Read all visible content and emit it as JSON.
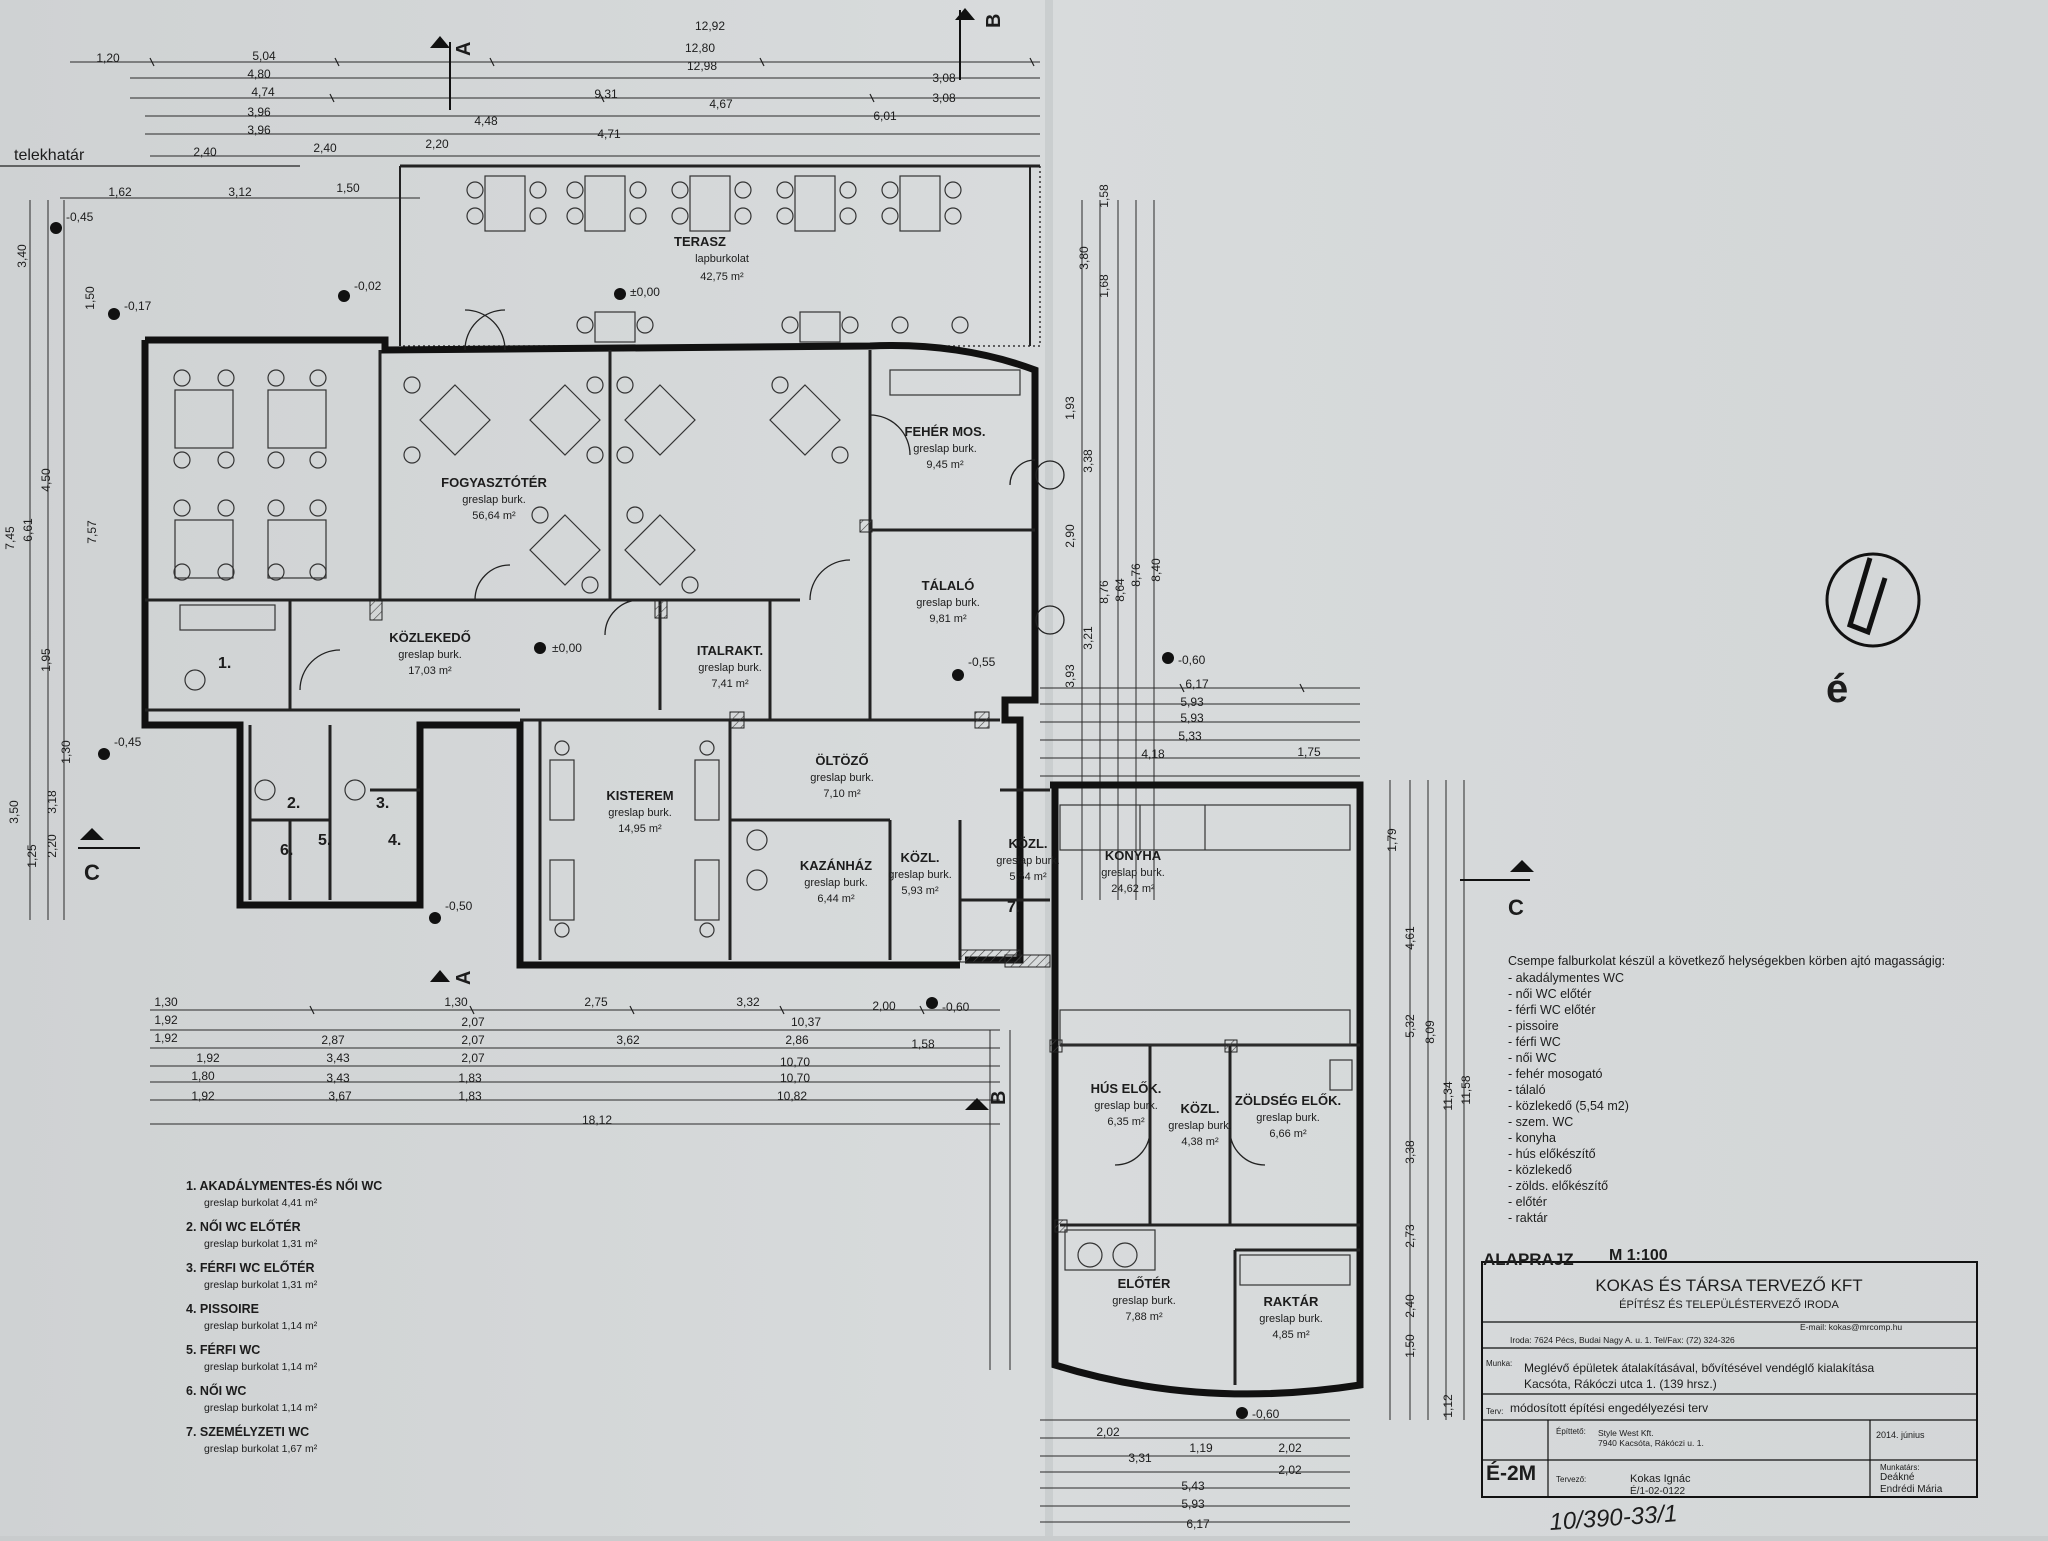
{
  "labels": {
    "telekhatar": "telekhatár",
    "north": "é",
    "section_a": "A",
    "section_b": "B",
    "section_c": "C",
    "plan_title": "ALAPRAJZ",
    "scale": "M 1:100"
  },
  "rooms": [
    {
      "name": "TERASZ",
      "finish": "lapburkolat",
      "area": "42,75 m²"
    },
    {
      "name": "FOGYASZTÓTÉR",
      "finish": "greslap burk.",
      "area": "56,64 m²"
    },
    {
      "name": "FEHÉR MOS.",
      "finish": "greslap burk.",
      "area": "9,45 m²"
    },
    {
      "name": "TÁLALÓ",
      "finish": "greslap burk.",
      "area": "9,81 m²"
    },
    {
      "name": "KÖZLEKEDŐ",
      "finish": "greslap burk.",
      "area": "17,03 m²"
    },
    {
      "name": "ITALRAKT.",
      "finish": "greslap burk.",
      "area": "7,41 m²"
    },
    {
      "name": "KISTEREM",
      "finish": "greslap burk.",
      "area": "14,95 m²"
    },
    {
      "name": "ÖLTÖZŐ",
      "finish": "greslap burk.",
      "area": "7,10 m²"
    },
    {
      "name": "KAZÁNHÁZ",
      "finish": "greslap burk.",
      "area": "6,44 m²"
    },
    {
      "name": "KÖZL.",
      "finish": "greslap burk.",
      "area": "5,93 m²"
    },
    {
      "name": "KÖZL.",
      "finish": "greslap burk.",
      "area": "5,54 m²"
    },
    {
      "name": "KONYHA",
      "finish": "greslap burk.",
      "area": "24,62 m²"
    },
    {
      "name": "HÚS ELŐK.",
      "finish": "greslap burk.",
      "area": "6,35 m²"
    },
    {
      "name": "KÖZL.",
      "finish": "greslap burk.",
      "area": "4,38 m²"
    },
    {
      "name": "ZÖLDSÉG ELŐK.",
      "finish": "greslap burk.",
      "area": "6,66 m²"
    },
    {
      "name": "ELŐTÉR",
      "finish": "greslap burk.",
      "area": "7,88 m²"
    },
    {
      "name": "RAKTÁR",
      "finish": "greslap burk.",
      "area": "4,85 m²"
    }
  ],
  "small_rooms": [
    "1.",
    "2.",
    "3.",
    "4.",
    "5.",
    "6.",
    "7."
  ],
  "levels": [
    "-0,45",
    "-0,17",
    "-0,02",
    "±0,00",
    "±0,00",
    "-0,55",
    "-0,60",
    "-0,45",
    "-0,50",
    "-0,60",
    "-0,60"
  ],
  "dims_top": [
    "12,92",
    "12,80",
    "12,98",
    "1,20",
    "5,04",
    "4,80",
    "4,74",
    "3,96",
    "3,96",
    "2,40",
    "2,40",
    "9,31",
    "4,48",
    "4,67",
    "4,71",
    "6,01",
    "2,20",
    "3,08",
    "3,08",
    "1,62",
    "3,12",
    "1,50"
  ],
  "dims_bottom": [
    "1,30",
    "1,92",
    "1,92",
    "1,92",
    "1,80",
    "1,92",
    "2,87",
    "3,43",
    "3,43",
    "3,67",
    "1,30",
    "2,07",
    "2,07",
    "2,07",
    "1,83",
    "1,83",
    "2,75",
    "3,32",
    "2,00",
    "3,62",
    "2,86",
    "1,58",
    "10,37",
    "10,70",
    "10,70",
    "10,82",
    "18,12"
  ],
  "dims_right": [
    "6,17",
    "5,93",
    "5,93",
    "5,33",
    "4,18",
    "1,75",
    "3,80",
    "1,58",
    "1,68",
    "8,76",
    "8,64",
    "8,76",
    "8,40",
    "1,93",
    "3,38",
    "2,90",
    "3,93",
    "3,21",
    "1,79",
    "4,61",
    "5,32",
    "8,09",
    "11,34",
    "11,58",
    "3,38",
    "2,73",
    "2,40",
    "1,50",
    "1,12"
  ],
  "dims_kitchen_bottom": [
    "2,02",
    "1,19",
    "2,02",
    "3,31",
    "2,02",
    "5,43",
    "5,93",
    "6,17"
  ],
  "dims_left": [
    "3,40",
    "1,50",
    "4,50",
    "7,45",
    "6,61",
    "7,57",
    "1,95",
    "1,30",
    "3,18",
    "2,20",
    "3,50",
    "1,25"
  ],
  "tile_note": {
    "intro": "Csempe falburkolat készül a következő helységekben körben ajtó magasságig:",
    "items": [
      "- akadálymentes WC",
      "- női WC előtér",
      "- férfi WC előtér",
      "- pissoire",
      "- férfi WC",
      "- női WC",
      "- fehér mosogató",
      "- tálaló",
      "- közlekedő (5,54 m2)",
      "- szem. WC",
      "- konyha",
      "- hús előkészítő",
      "- közlekedő",
      "- zölds. előkészítő",
      "- előtér",
      "- raktár"
    ]
  },
  "legend": [
    {
      "num": "1.",
      "name": "AKADÁLYMENTES-ÉS NŐI WC",
      "sub": "greslap burkolat  4,41 m²"
    },
    {
      "num": "2.",
      "name": "NŐI WC ELŐTÉR",
      "sub": "greslap burkolat  1,31 m²"
    },
    {
      "num": "3.",
      "name": "FÉRFI WC ELŐTÉR",
      "sub": "greslap burkolat  1,31 m²"
    },
    {
      "num": "4.",
      "name": "PISSOIRE",
      "sub": "greslap burkolat  1,14 m²"
    },
    {
      "num": "5.",
      "name": "FÉRFI WC",
      "sub": "greslap burkolat  1,14 m²"
    },
    {
      "num": "6.",
      "name": "NŐI WC",
      "sub": "greslap burkolat  1,14 m²"
    },
    {
      "num": "7.",
      "name": "SZEMÉLYZETI WC",
      "sub": "greslap burkolat  1,67 m²"
    }
  ],
  "title_block": {
    "firm": "KOKAS ÉS TÁRSA TERVEZŐ KFT",
    "firm_sub": "ÉPÍTÉSZ ÉS TELEPÜLÉSTERVEZŐ IRODA",
    "office": "Iroda: 7624 Pécs, Budai Nagy A. u. 1.   Tel/Fax: (72) 324-326",
    "email": "E-mail: kokas@mrcomp.hu",
    "work_label": "Munka:",
    "work_1": "Meglévő épületek átalakításával, bővítésével vendéglő kialakítása",
    "work_2": "Kacsóta, Rákóczi utca 1. (139 hrsz.)",
    "plan_label": "Terv:",
    "plan": "módosított építési engedélyezési terv",
    "sheet": "É-2M",
    "client_label": "Építtető:",
    "client_1": "Style West Kft.",
    "client_2": "7940 Kacsóta, Rákóczi u. 1.",
    "designer_label": "Tervező:",
    "designer_1": "Kokas Ignác",
    "designer_2": "É/1-02-0122",
    "date": "2014. június",
    "staff_label": "Munkatárs:",
    "staff_1": "Deákné",
    "staff_2": "Endrédi Mária"
  },
  "handwriting": "10/390-33/1"
}
